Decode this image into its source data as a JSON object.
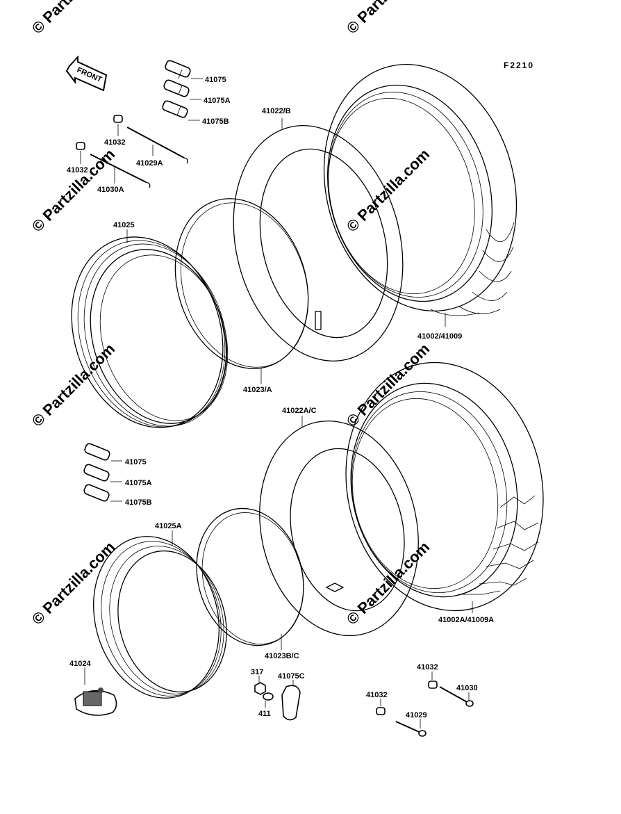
{
  "figure_id": "F2210",
  "front_arrow_label": "FRONT",
  "watermark": "© Partzilla.com",
  "labels": {
    "p41075_upper": "41075",
    "p41075A_upper": "41075A",
    "p41075B_upper": "41075B",
    "p41032_upper": "41032",
    "p41032_upper2": "41032",
    "p41029A": "41029A",
    "p41030A": "41030A",
    "p41022B": "41022/B",
    "p41025": "41025",
    "p41002_41009": "41002/41009",
    "p41023A": "41023/A",
    "p41022AC": "41022A/C",
    "p41075_lower": "41075",
    "p41075A_lower": "41075A",
    "p41075B_lower": "41075B",
    "p41025A": "41025A",
    "p41002A_41009A": "41002A/41009A",
    "p41023BC": "41023B/C",
    "p41024": "41024",
    "p317": "317",
    "p41075C": "41075C",
    "p411": "411",
    "p41032_lower1": "41032",
    "p41030": "41030",
    "p41032_lower2": "41032",
    "p41029": "41029"
  }
}
